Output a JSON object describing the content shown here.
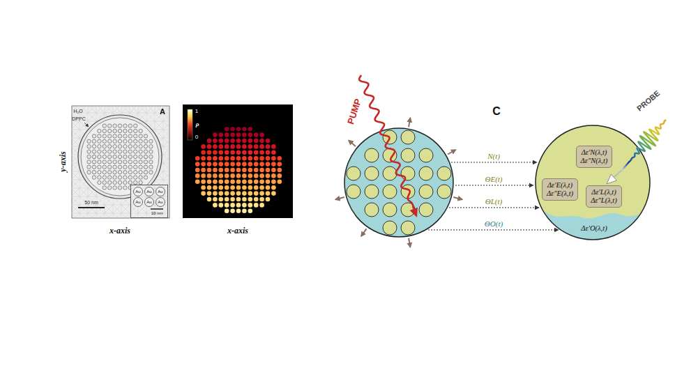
{
  "diagram": {
    "nodes": [
      {
        "text": [
          "10 nm"
        ]
      },
      {
        "text": [
          "Au"
        ],
        "in": 0
      },
      {
        "text": [
          "Au"
        ],
        "in": 0
      },
      {
        "text": [
          "Au"
        ],
        "in": 0
      },
      {
        "text": [
          "Au"
        ],
        "in": 0
      },
      {
        "text": [
          "Au"
        ],
        "in": 0
      },
      {
        "text": [
          "Au"
        ],
        "in": 0
      },
      {
        "text": [
          "Δε′N(λ,t)",
          "Δε″N(λ,t)"
        ]
      },
      {
        "text": [
          "Δε′E(λ,t)",
          "Δε″E(λ,t)"
        ]
      },
      {
        "text": [
          "Δε′L(λ,t)",
          "Δε″L(λ,t)"
        ]
      }
    ],
    "labels": [
      "H₂O",
      "DPPC",
      "A",
      "50 nm",
      "y-axis",
      "x-axis",
      "1",
      "ρ",
      "0",
      "x-axis",
      "PUMP",
      "C",
      "N(t)",
      "ΘE(t)",
      "ΘL(t)",
      "ΘO(t)",
      "Δε′O(λ,t)",
      "PROBE"
    ]
  }
}
